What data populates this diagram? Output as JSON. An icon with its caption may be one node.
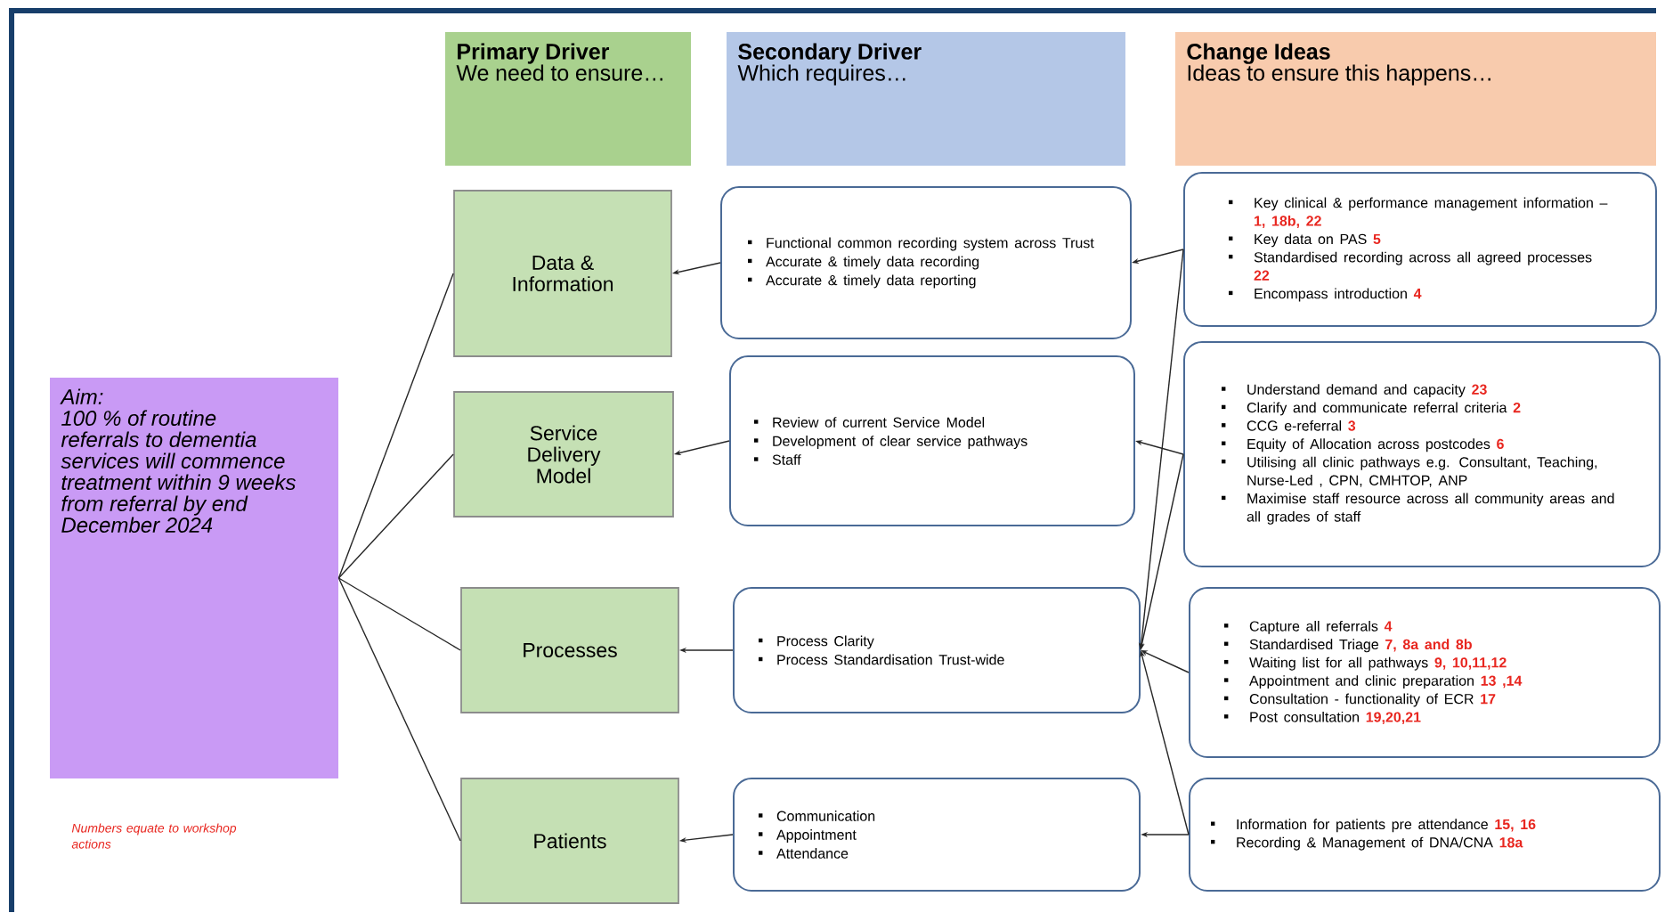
{
  "diagram": {
    "nodes": [
      {
        "text": [
          "Primary Driver",
          "We need to ensure…"
        ]
      },
      {
        "text": [
          "Secondary Driver",
          "Which requires…"
        ]
      },
      {
        "text": [
          "Change Ideas",
          "Ideas to ensure this happens…"
        ]
      },
      {
        "text": [
          "Aim:",
          "100 % of routine referrals to dementia services will commence treatment within 9 weeks from referral by end December 2024"
        ]
      },
      {
        "text": [
          "Data & Information"
        ]
      },
      {
        "text": [
          "Service Delivery Model"
        ]
      },
      {
        "text": [
          "Processes"
        ]
      },
      {
        "text": [
          "Patients"
        ]
      },
      {
        "text": [
          "Functional common recording system across Trust",
          "Accurate & timely data recording",
          "Accurate & timely data reporting"
        ]
      },
      {
        "text": [
          "Review of current  Service Model",
          "Development of clear service pathways",
          "Staff"
        ]
      },
      {
        "text": [
          "Process Clarity",
          "Process  Standardisation Trust-wide"
        ]
      },
      {
        "text": [
          "Communication",
          "Appointment",
          "Attendance"
        ]
      },
      {
        "text": [
          "Key clinical  & performance management information – **1, 18b, 22**",
          "Key data on PAS **5**",
          "Standardised recording across all agreed processes **22**",
          "Encompass  introduction **4**"
        ]
      },
      {
        "text": [
          "Understand demand and capacity **23**",
          "Clarify and communicate referral criteria **2**",
          "CCG e-referral **3**",
          "Equity of  Allocation across  postcodes **6**",
          "Utilising  all  clinic pathways e.g.  Consultant, Teaching, Nurse-Led , CPN, CMHTOP, ANP",
          "Maximise  staff resource across all community areas and all grades of staff"
        ]
      },
      {
        "text": [
          "Capture all referrals **4**",
          "Standardised Triage **7, 8a and 8b**",
          "Waiting list  for all  pathways **9, 10,11,12**",
          "Appointment and clinic preparation **13 ,14**",
          "Consultation  -  functionality of ECR **17**",
          "Post consultation **19,20,21**"
        ]
      },
      {
        "text": [
          "Information for patients pre attendance **15, 16**",
          "Recording & Management of DNA/CNA **18a**"
        ]
      }
    ],
    "edges": [
      {
        "from": 3,
        "to": 4,
        "arrow": "none"
      },
      {
        "from": 3,
        "to": 5,
        "arrow": "none"
      },
      {
        "from": 3,
        "to": 6,
        "arrow": "none"
      },
      {
        "from": 3,
        "to": 7,
        "arrow": "none"
      },
      {
        "from": 8,
        "to": 4,
        "arrow": "to"
      },
      {
        "from": 9,
        "to": 5,
        "arrow": "to"
      },
      {
        "from": 10,
        "to": 6,
        "arrow": "to"
      },
      {
        "from": 11,
        "to": 7,
        "arrow": "to"
      },
      {
        "from": 12,
        "to": 8,
        "arrow": "to"
      },
      {
        "from": 13,
        "to": 9,
        "arrow": "to"
      },
      {
        "from": 14,
        "to": 10,
        "arrow": "to"
      },
      {
        "from": 15,
        "to": 11,
        "arrow": "to"
      },
      {
        "from": 12,
        "to": 10,
        "arrow": "to"
      },
      {
        "from": 13,
        "to": 10,
        "arrow": "to"
      },
      {
        "from": 15,
        "to": 10,
        "arrow": "to"
      }
    ],
    "labels": [
      "Numbers equate to workshop actions"
    ]
  }
}
